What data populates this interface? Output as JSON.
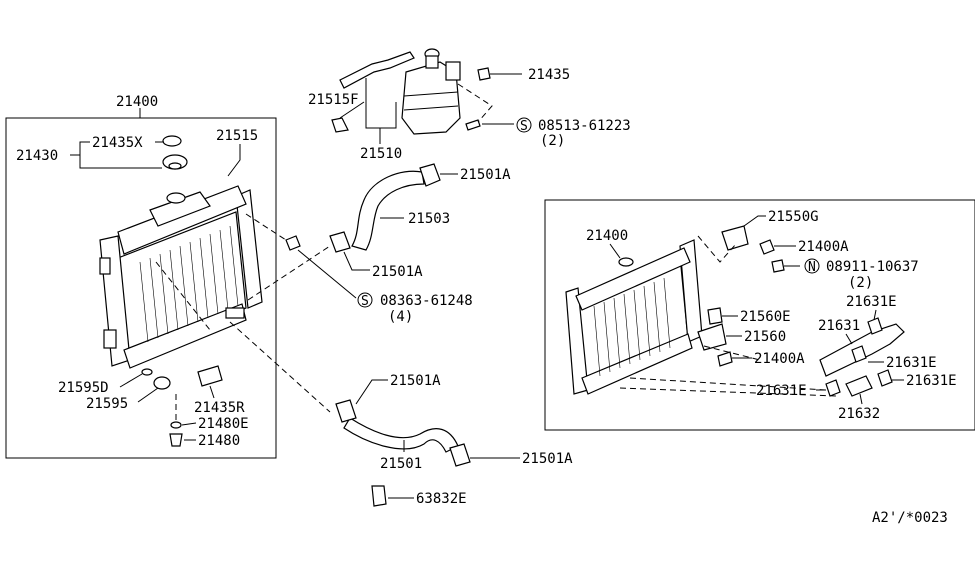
{
  "diagram": {
    "labels": {
      "l21400_main": "21400",
      "l21430": "21430",
      "l21435X": "21435X",
      "l21515": "21515",
      "l21595D": "21595D",
      "l21595": "21595",
      "l21435R": "21435R",
      "l21480E": "21480E",
      "l21480": "21480",
      "l21515F": "21515F",
      "l21510": "21510",
      "l21435": "21435",
      "l08513": "08513-61223",
      "l08513_qty": "(2)",
      "l21501A_top": "21501A",
      "l21503": "21503",
      "l21501A_mid": "21501A",
      "l08363": "08363-61248",
      "l08363_qty": "(4)",
      "l21501A_low": "21501A",
      "l21501": "21501",
      "l21501A_bot": "21501A",
      "l63832E": "63832E",
      "l21400_inset": "21400",
      "l21550G": "21550G",
      "l21400A_top": "21400A",
      "l08911": "08911-10637",
      "l08911_qty": "(2)",
      "l21631E_top": "21631E",
      "l21560E": "21560E",
      "l21560": "21560",
      "l21631": "21631",
      "l21400A_bot": "21400A",
      "l21631E_mid": "21631E",
      "l21631E_left": "21631E",
      "l21631E_right": "21631E",
      "l21632": "21632",
      "code": "A2'/*0023",
      "s_mark": "S",
      "n_mark": "N"
    }
  }
}
